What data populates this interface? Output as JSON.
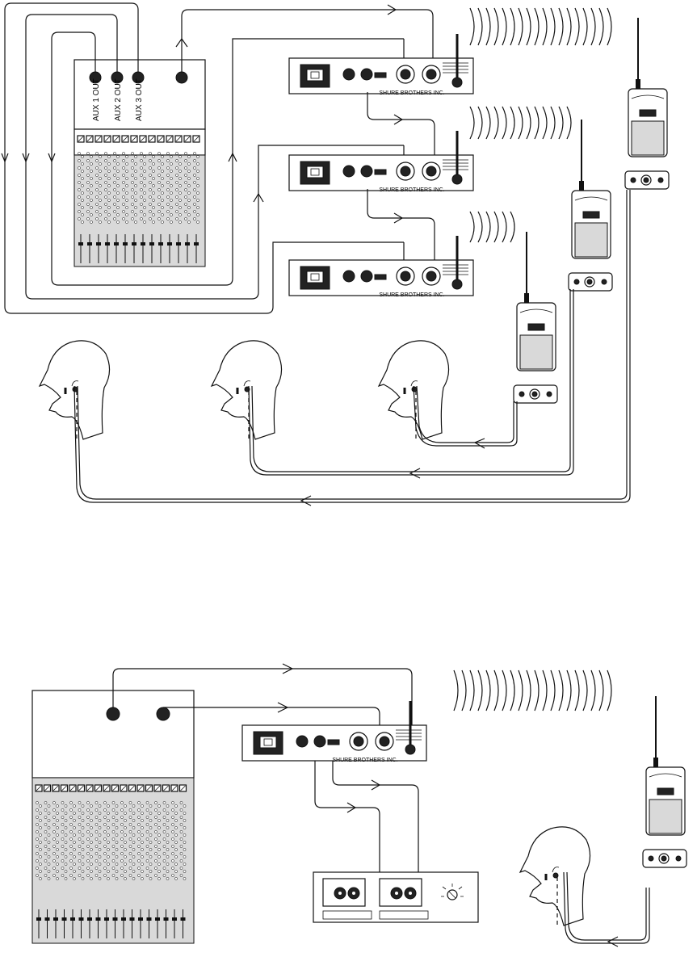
{
  "diagram": {
    "mixer_top": {
      "aux_outputs": [
        {
          "label": "AUX 1 OUT"
        },
        {
          "label": "AUX 2 OUT"
        },
        {
          "label": "AUX 3 OUT"
        }
      ]
    },
    "transmitters": [
      {
        "brand": "SHURE BROTHERS INC."
      },
      {
        "brand": "SHURE BROTHERS INC."
      },
      {
        "brand": "SHURE BROTHERS INC."
      },
      {
        "brand": "SHURE BROTHERS INC."
      }
    ],
    "colors": {
      "line": "#111111",
      "panel": "#d9d9d9",
      "background": "#ffffff"
    },
    "icons": [
      "mixer-console-icon",
      "transmitter-rack-icon",
      "bodypack-receiver-icon",
      "head-profile-icon",
      "earphone-icon",
      "cassette-deck-icon",
      "radio-waves-icon"
    ]
  }
}
